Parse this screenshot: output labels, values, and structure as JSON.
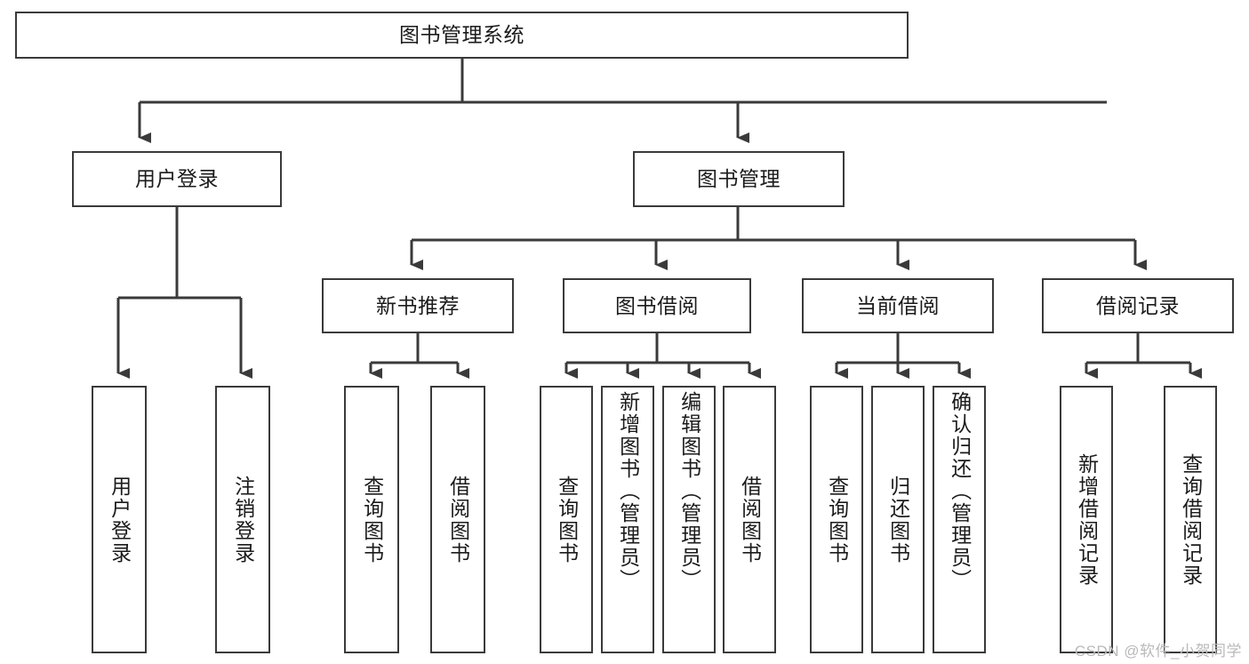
{
  "diagram": {
    "title": "图书管理系统",
    "type": "tree-hierarchy-chart",
    "colors": {
      "box_border": "#3a3a3a",
      "box_fill": "#ffffff",
      "connector": "#3a3a3a",
      "text": "#1b1b1b",
      "watermark": "#b9b9b9",
      "background": "#ffffff"
    },
    "root": {
      "label": "图书管理系统"
    },
    "level2": [
      {
        "label": "用户登录"
      },
      {
        "label": "图书管理"
      }
    ],
    "level3": [
      {
        "label": "新书推荐"
      },
      {
        "label": "图书借阅"
      },
      {
        "label": "当前借阅"
      },
      {
        "label": "借阅记录"
      }
    ],
    "leaves": {
      "user_login": [
        {
          "label": "用户登录"
        },
        {
          "label": "注销登录"
        }
      ],
      "new_book_recommend": [
        {
          "label": "查询图书"
        },
        {
          "label": "借阅图书"
        }
      ],
      "book_borrow": [
        {
          "label": "查询图书"
        },
        {
          "label": "新增图书（管理员）"
        },
        {
          "label": "编辑图书（管理员）"
        },
        {
          "label": "借阅图书"
        }
      ],
      "current_borrow": [
        {
          "label": "查询图书"
        },
        {
          "label": "归还图书"
        },
        {
          "label": "确认归还（管理员）"
        }
      ],
      "borrow_record": [
        {
          "label": "新增借阅记录"
        },
        {
          "label": "查询借阅记录"
        }
      ]
    },
    "watermark": "CSDN @软件_小贺同学"
  }
}
